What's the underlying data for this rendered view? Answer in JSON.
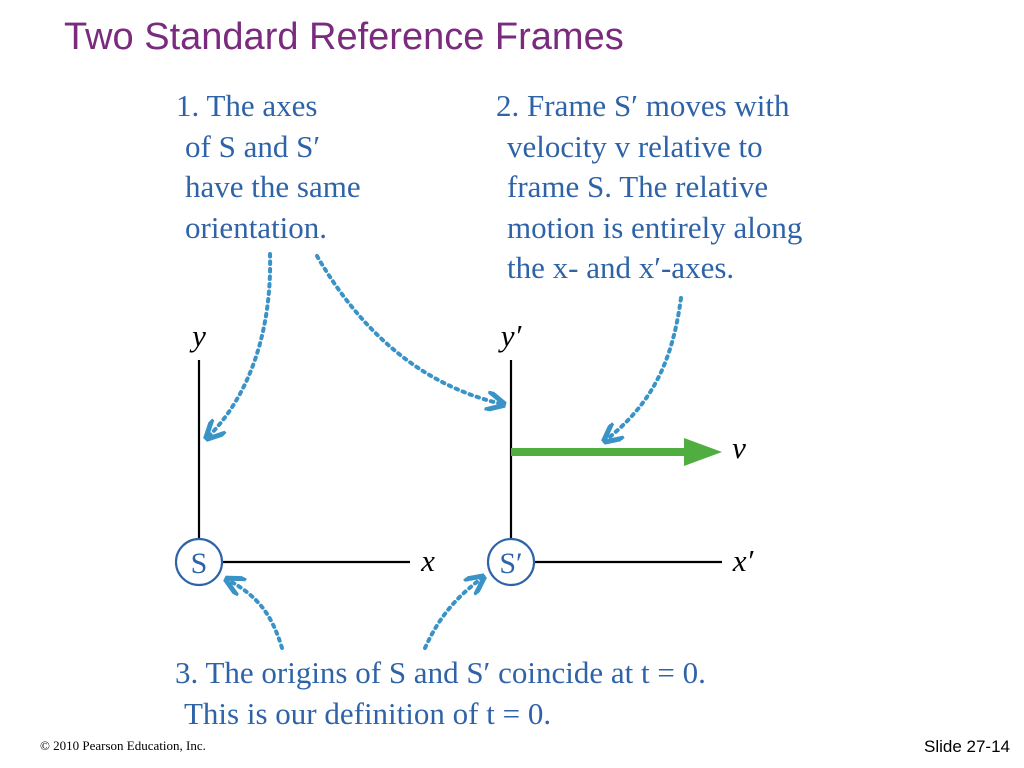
{
  "slide": {
    "title": "Two Standard Reference Frames",
    "copyright": "© 2010 Pearson Education, Inc.",
    "slide_number": "Slide 27-14"
  },
  "notes": {
    "note1": [
      "1. The axes",
      "of S and S′",
      "have the same",
      "orientation."
    ],
    "note2": [
      "2. Frame S′ moves with",
      "velocity v relative to",
      "frame S. The relative",
      "motion is entirely along",
      "the x- and x′-axes."
    ],
    "note3": [
      "3. The origins of S and S′ coincide at t = 0.",
      "This is our definition of t = 0."
    ]
  },
  "frames": {
    "frame_s": {
      "origin": "S",
      "x_axis": "x",
      "y_axis": "y"
    },
    "frame_s_prime": {
      "origin": "S′",
      "x_axis": "x′",
      "y_axis": "y′"
    },
    "velocity_label": "v"
  },
  "colors": {
    "title": "#7a2b7e",
    "caption_text": "#2f63a8",
    "dotted_arrow": "#3a93c7",
    "origin_circle": "#2f63a8",
    "velocity_arrow": "#4fae3f",
    "axes": "#000000"
  }
}
